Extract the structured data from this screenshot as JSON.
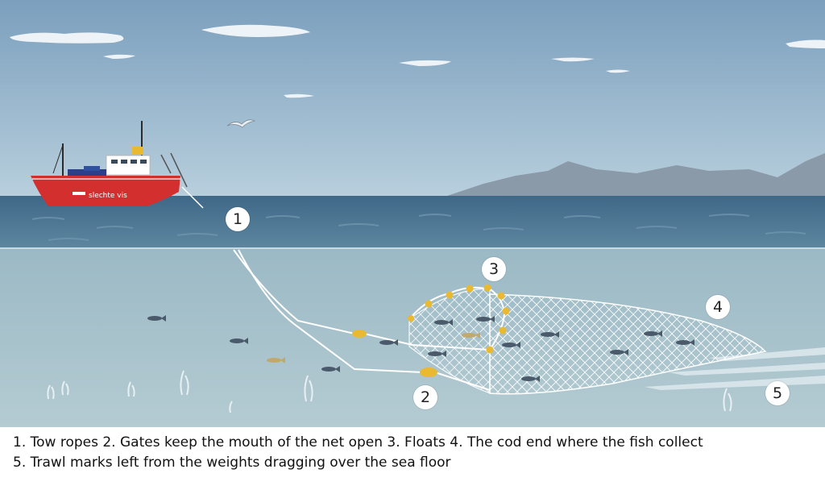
{
  "boat": {
    "name": "slechte vis"
  },
  "markers": {
    "m1": "1",
    "m2": "2",
    "m3": "3",
    "m4": "4",
    "m5": "5"
  },
  "caption": {
    "line1": "1. Tow ropes 2. Gates keep the mouth of the net open 3. Floats 4. The cod end where the fish collect",
    "line2": "5. Trawl marks left from the weights dragging over the sea floor"
  },
  "colors": {
    "sky": "#7fa2bd",
    "sea_surface": "#48708c",
    "underwater": "#a8c2cb",
    "hull": "#d32f2f",
    "float": "#e8b931"
  }
}
